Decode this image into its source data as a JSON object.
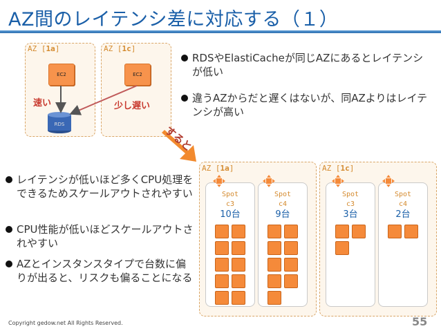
{
  "slide": {
    "title": "AZ間のレイテンシ差に対応する（１）",
    "footer": "Copyright gedow.net All Rights Reserved.",
    "page_number": "55"
  },
  "top_diagram": {
    "az_left": {
      "prefix": "AZ [",
      "zone": "1a",
      "suffix": "]"
    },
    "az_right": {
      "prefix": "AZ [",
      "zone": "1c",
      "suffix": "]"
    },
    "ec2_left": "EC2",
    "ec2_right": "EC2",
    "rds": "RDS",
    "fast_label": "速い",
    "slow_label": "少し遅い"
  },
  "right_bullets": [
    "RDSやElastiCacheが同じAZにあるとレイテンシが低い",
    "違うAZからだと遅くはないが、同AZよりはレイテンシが高い"
  ],
  "arrow_text": "すると",
  "left_bullets": [
    "レイテンシが低いほど多くCPU処理をできるためスケールアウトされやすい",
    "CPU性能が低いほどスケールアウトされやすい",
    "AZとインスタンスタイプで台数に偏りが出ると、リスクも偏ることになる"
  ],
  "bottom_diagram": {
    "zones": [
      {
        "prefix": "AZ [",
        "zone": "1a",
        "suffix": "]",
        "groups": [
          {
            "spot": "Spot",
            "type": "c3",
            "count_label": "10台",
            "count": 10
          },
          {
            "spot": "Spot",
            "type": "c4",
            "count_label": "9台",
            "count": 9
          }
        ]
      },
      {
        "prefix": "AZ [",
        "zone": "1c",
        "suffix": "]",
        "groups": [
          {
            "spot": "Spot",
            "type": "c3",
            "count_label": "3台",
            "count": 3
          },
          {
            "spot": "Spot",
            "type": "c4",
            "count_label": "2台",
            "count": 2
          }
        ]
      }
    ]
  },
  "colors": {
    "title": "#1a5fa8",
    "accent_orange": "#f58a3a",
    "red": "#c8392e"
  }
}
